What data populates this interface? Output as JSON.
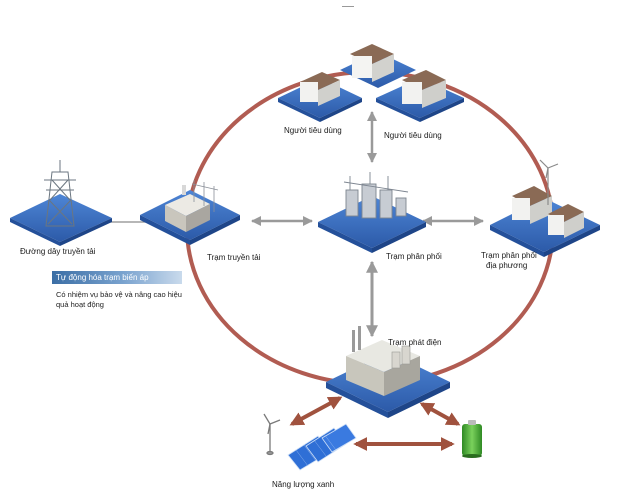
{
  "labels": {
    "consumer_left": "Người tiêu dùng",
    "consumer_right": "Người tiêu dùng",
    "transmission_line": "Đường dây truyền tải",
    "transmission_station": "Trạm truyền tải",
    "distribution_station": "Trạm phân phối",
    "local_distribution_1": "Trạm phân phối",
    "local_distribution_2": "địa phương",
    "power_plant": "Trạm phát điện",
    "green_energy": "Năng lượng xanh"
  },
  "callout": {
    "title": "Tự động hóa trạm biến áp",
    "description": "Có nhiệm vụ bảo vệ và nâng cao hiệu quả hoạt động"
  },
  "colors": {
    "ring": "#a84a3f",
    "platform": "#3a6fc4",
    "platform_dark": "#24509a",
    "gray_arrow": "#9a9a9a",
    "brown_arrow": "#a0523e",
    "battery": "#4aa832",
    "solar": "#2f6fd6"
  },
  "icons": [
    "tower-icon",
    "building-icon",
    "substation-icon",
    "wind-turbine-icon",
    "solar-panel-icon",
    "battery-icon",
    "house-icon"
  ]
}
